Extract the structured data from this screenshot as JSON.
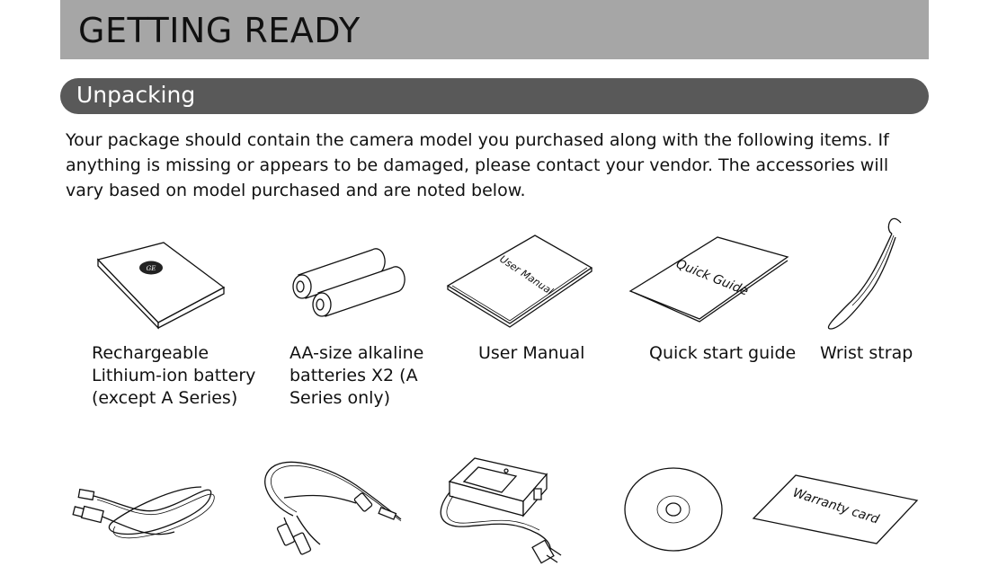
{
  "header": {
    "title": "GETTING READY"
  },
  "section": {
    "title": "Unpacking"
  },
  "intro": "Your package should contain the camera model you purchased along with the following items.  If anything is missing or appears to be damaged, please contact your vendor. The accessories will vary based on model purchased and are noted below.",
  "items": [
    {
      "label": "Rechargeable\nLithium-ion battery\n(except A Series)",
      "icon": "battery-icon"
    },
    {
      "label": "AA-size alkaline\nbatteries X2 (A\nSeries only)",
      "icon": "aa-batteries-icon"
    },
    {
      "label": "User Manual",
      "icon": "user-manual-icon",
      "print": "User Manual"
    },
    {
      "label": "Quick start guide",
      "icon": "quick-guide-icon",
      "print": "Quick Guide"
    },
    {
      "label": "Wrist strap",
      "icon": "wrist-strap-icon"
    }
  ],
  "bottom_items": [
    {
      "icon": "usb-cable-icon"
    },
    {
      "icon": "av-cable-icon"
    },
    {
      "icon": "battery-charger-icon"
    },
    {
      "icon": "cd-rom-icon"
    },
    {
      "icon": "warranty-card-icon",
      "print": "Warranty card"
    }
  ]
}
